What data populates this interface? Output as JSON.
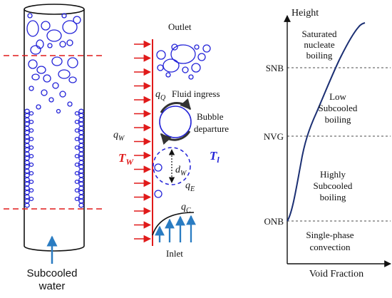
{
  "colors": {
    "bubble": "#2323d8",
    "heat_arrow": "#e01a1a",
    "flow_arrow": "#2a7cc2",
    "curve": "#1b2f73",
    "dashed_red": "#e01a1a",
    "ink": "#111111"
  },
  "tube": {
    "bottom_label_line1": "Subcooled",
    "bottom_label_line2": "water"
  },
  "mechanism": {
    "outlet": "Outlet",
    "inlet": "Inlet",
    "fluid_ingress": "Fluid ingress",
    "bubble_departure_line1": "Bubble",
    "bubble_departure_line2": "departure",
    "q_Q": {
      "base": "q",
      "sub": "Q"
    },
    "q_W": {
      "base": "q",
      "sub": "W"
    },
    "q_E": {
      "base": "q",
      "sub": "E"
    },
    "q_C": {
      "base": "q",
      "sub": "C"
    },
    "d_W": {
      "base": "d",
      "sub": "W"
    },
    "T_W": {
      "base": "T",
      "sub": "W"
    },
    "T_l": {
      "base": "T",
      "sub": "l"
    }
  },
  "chart_data": {
    "type": "line",
    "title": "",
    "xlabel": "Void Fraction",
    "ylabel": "Height",
    "levels": [
      "ONB",
      "NVG",
      "SNB"
    ],
    "regions": [
      {
        "line1": "Saturated",
        "line2": "nucleate",
        "line3": "boiling"
      },
      {
        "line1": "Low",
        "line2": "Subcooled",
        "line3": "boiling"
      },
      {
        "line1": "Highly",
        "line2": "Subcooled",
        "line3": "boiling"
      },
      {
        "line1": "Single-phase",
        "line2": "convection",
        "line3": ""
      }
    ]
  }
}
